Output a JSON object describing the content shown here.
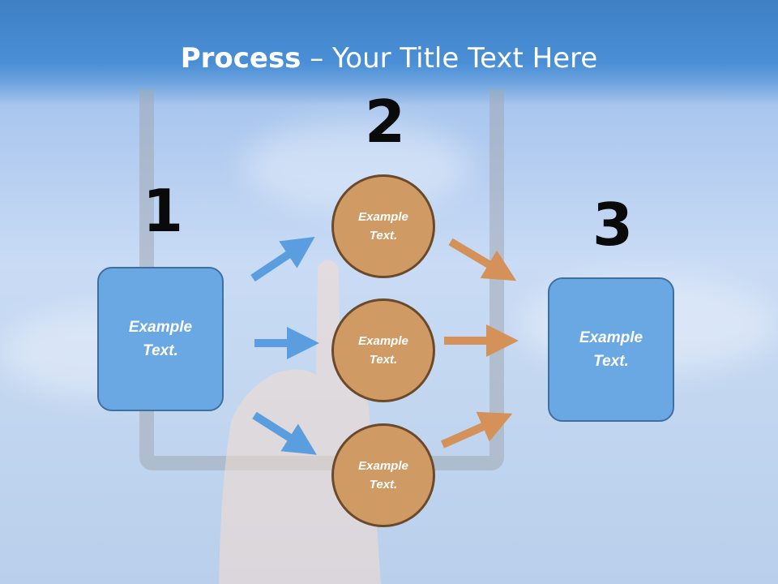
{
  "slide": {
    "title_bold": "Process",
    "title_rest": " – Your Title Text Here"
  },
  "steps": {
    "num1": "1",
    "num2": "2",
    "num3": "3"
  },
  "left_box": {
    "line1": "Example",
    "line2": "Text."
  },
  "right_box": {
    "line1": "Example",
    "line2": "Text."
  },
  "circles": [
    {
      "line1": "Example",
      "line2": "Text."
    },
    {
      "line1": "Example",
      "line2": "Text."
    },
    {
      "line1": "Example",
      "line2": "Text."
    }
  ],
  "colors": {
    "box_fill": "#6aa8e4",
    "circle_fill": "#d09a64",
    "blue_arrow": "#5b9ee0",
    "orange_arrow": "#d4925a"
  }
}
